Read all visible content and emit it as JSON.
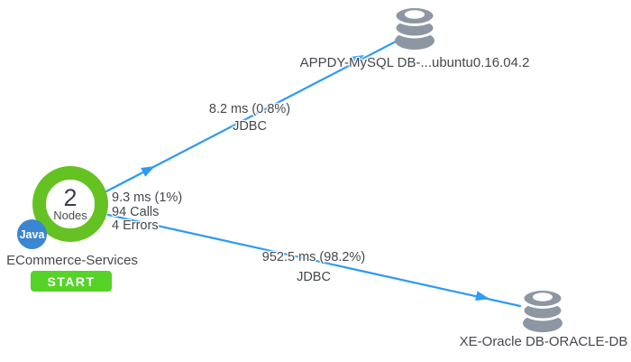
{
  "colors": {
    "edge_blue": "#2f9bf3",
    "node_green": "#64c322",
    "start_green": "#55d327",
    "java_blue": "#3a86d0",
    "db_gray": "#8d97a3",
    "text": "#45484d"
  },
  "node": {
    "count": "2",
    "count_label": "Nodes",
    "runtime_badge": "Java",
    "name": "ECommerce-Services",
    "start_label": "START",
    "stats": {
      "latency": "9.3 ms (1%)",
      "calls": "94 Calls",
      "errors": "4 Errors"
    }
  },
  "edges": [
    {
      "latency": "8.2 ms (0.8%)",
      "protocol": "JDBC"
    },
    {
      "latency": "952.5 ms (98.2%)",
      "protocol": "JDBC"
    }
  ],
  "databases": [
    {
      "name": "APPDY-MySQL DB-...ubuntu0.16.04.2"
    },
    {
      "name": "XE-Oracle DB-ORACLE-DB"
    }
  ]
}
